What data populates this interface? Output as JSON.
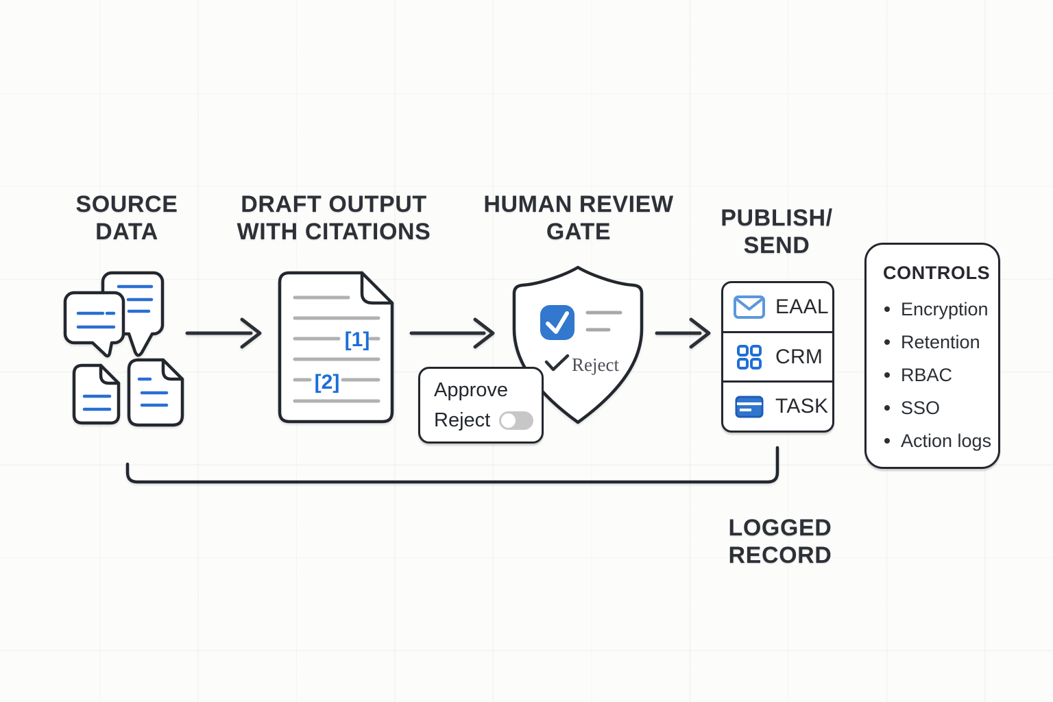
{
  "diagram": {
    "steps": {
      "source": {
        "title": "SOURCE\nDATA"
      },
      "draft": {
        "title": "DRAFT OUTPUT\nWITH CITATIONS",
        "citation_1": "[1]",
        "citation_2": "[2]"
      },
      "review": {
        "title": "HUMAN REVIEW\nGATE",
        "reject_label": "Reject"
      },
      "publish": {
        "title": "PUBLISH/\nSEND",
        "targets": [
          {
            "icon": "envelope-icon",
            "label": "EAAL"
          },
          {
            "icon": "grid-icon",
            "label": "CRM"
          },
          {
            "icon": "task-card-icon",
            "label": "TASK"
          }
        ]
      }
    },
    "approve_panel": {
      "approve_label": "Approve",
      "reject_label": "Reject",
      "toggle_state": "off"
    },
    "controls_panel": {
      "title": "CONTROLS",
      "items": [
        "Encryption",
        "Retention",
        "RBAC",
        "SSO",
        "Action logs"
      ]
    },
    "logged_record": {
      "label": "LOGGED\nRECORD"
    },
    "colors": {
      "ink": "#23272e",
      "accent_blue": "#2470d3",
      "citation_blue": "#1b6ed8",
      "light_blue": "#5b97dc",
      "checkbox_blue": "#3178ce",
      "gray_line": "#aeaeae",
      "toggle_gray": "#c7c7c7"
    }
  }
}
